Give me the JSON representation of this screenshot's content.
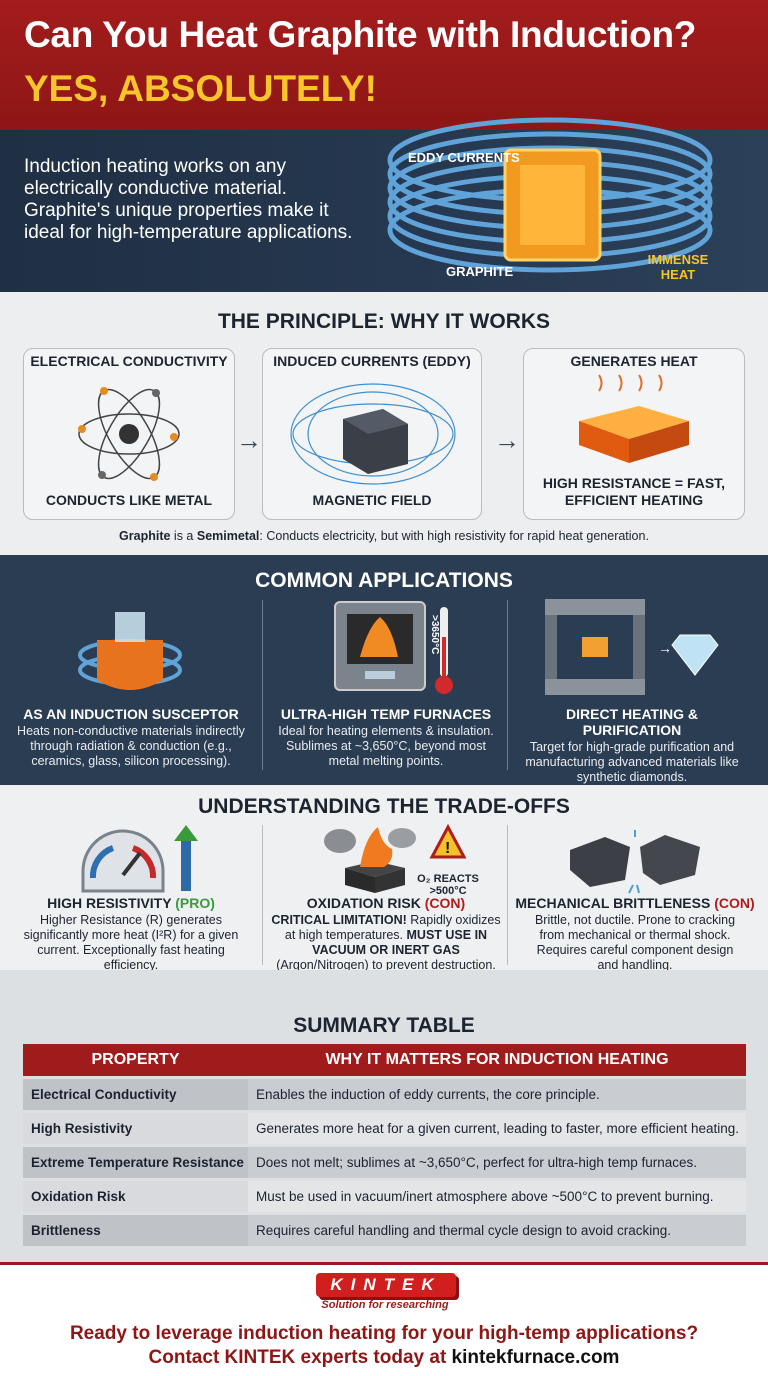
{
  "header": {
    "title": "Can You Heat Graphite with Induction?",
    "answer": "YES, ABSOLUTELY!"
  },
  "intro": {
    "text": "Induction heating works on any electrically conductive material. Graphite's unique properties make it ideal for high-temperature applications.",
    "labels": {
      "eddy": "EDDY CURRENTS",
      "graphite": "GRAPHITE",
      "heat": "IMMENSE HEAT"
    }
  },
  "principle": {
    "title": "THE PRINCIPLE: WHY IT WORKS",
    "boxes": [
      {
        "title": "ELECTRICAL CONDUCTIVITY",
        "caption": "CONDUCTS LIKE METAL"
      },
      {
        "title": "INDUCED CURRENTS (EDDY)",
        "caption": "MAGNETIC FIELD"
      },
      {
        "title": "GENERATES HEAT",
        "caption": "HIGH RESISTANCE = FAST, EFFICIENT HEATING"
      }
    ],
    "note_bold": "Graphite",
    "note_mid": " is a ",
    "note_bold2": "Semimetal",
    "note_rest": ": Conducts electricity, but with high resistivity for rapid heat generation."
  },
  "applications": {
    "title": "COMMON APPLICATIONS",
    "thermometer_label": ">3650°C",
    "items": [
      {
        "title": "AS AN INDUCTION SUSCEPTOR",
        "text": "Heats non-conductive materials indirectly through radiation & conduction (e.g., ceramics, glass, silicon processing)."
      },
      {
        "title": "ULTRA-HIGH TEMP FURNACES",
        "text": "Ideal for heating elements & insulation. Sublimes at ~3,650°C, beyond most metal melting points."
      },
      {
        "title": "DIRECT HEATING & PURIFICATION",
        "text": "Target for high-grade purification and manufacturing advanced materials like synthetic diamonds."
      }
    ]
  },
  "tradeoffs": {
    "title": "UNDERSTANDING THE TRADE-OFFS",
    "o2_label": "O₂ REACTS >500°C",
    "colors": {
      "pro": "#3b9a3b",
      "con": "#b01c1c"
    },
    "items": [
      {
        "title": "HIGH RESISTIVITY",
        "tag": "(PRO)",
        "text": "Higher Resistance (R) generates significantly more heat (I²R) for a given current. Exceptionally fast heating efficiency."
      },
      {
        "title": "OXIDATION RISK",
        "tag": "(CON)",
        "bold1": "CRITICAL LIMITATION!",
        "text1": " Rapidly oxidizes at high temperatures. ",
        "bold2": "MUST USE IN VACUUM OR INERT GAS",
        "text2": " (Argon/Nitrogen) to prevent destruction."
      },
      {
        "title": "MECHANICAL BRITTLENESS",
        "tag": "(CON)",
        "text": "Brittle, not ductile. Prone to cracking from mechanical or thermal shock. Requires careful component design and handling."
      }
    ]
  },
  "summary": {
    "title": "SUMMARY TABLE",
    "headers": [
      "PROPERTY",
      "WHY IT MATTERS FOR INDUCTION HEATING"
    ],
    "rows": [
      [
        "Electrical Conductivity",
        "Enables the induction of eddy currents, the core principle."
      ],
      [
        "High Resistivity",
        "Generates more heat for a given current, leading to faster, more efficient heating."
      ],
      [
        "Extreme Temperature Resistance",
        "Does not melt; sublimes at ~3,650°C, perfect for ultra-high temp furnaces."
      ],
      [
        "Oxidation Risk",
        "Must be used in vacuum/inert atmosphere above ~500°C to prevent burning."
      ],
      [
        "Brittleness",
        "Requires careful handling and thermal cycle design to avoid cracking."
      ]
    ]
  },
  "footer": {
    "logo": "KINTEK",
    "tagline": "Solution for researching",
    "line1": "Ready to leverage induction heating for your high-temp applications?",
    "line2_pre": "Contact KINTEK experts today at ",
    "link": "kintekfurnace.com"
  }
}
